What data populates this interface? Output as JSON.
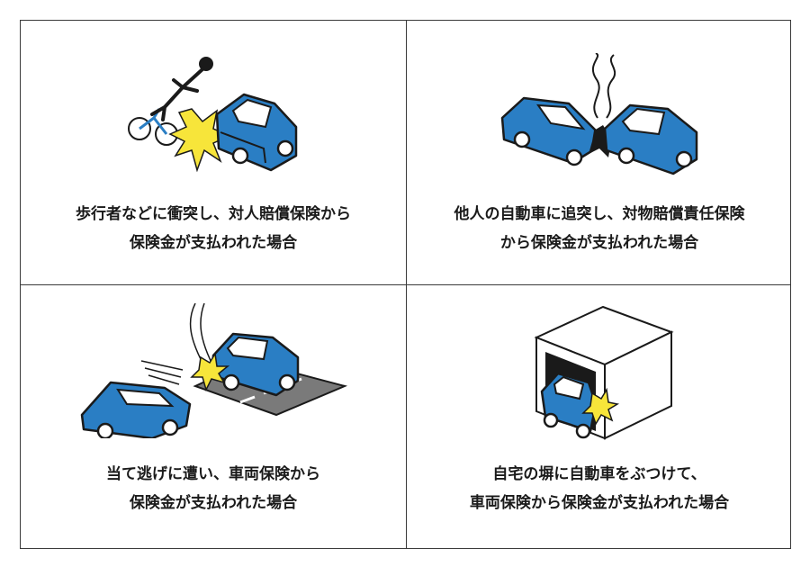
{
  "panels": [
    {
      "id": "pedestrian",
      "line1": "歩行者などに衝突し、対人賠償保険から",
      "line2": "保険金が支払われた場合",
      "illustration": "car-hits-cyclist"
    },
    {
      "id": "vehicle",
      "line1": "他人の自動車に追突し、対物賠償責任保険",
      "line2": "から保険金が支払われた場合",
      "illustration": "rear-end-collision"
    },
    {
      "id": "hit-and-run",
      "line1": "当て逃げに遭い、車両保険から",
      "line2": "保険金が支払われた場合",
      "illustration": "hit-and-run-parked-car"
    },
    {
      "id": "wall",
      "line1": "自宅の塀に自動車をぶつけて、",
      "line2": "車両保険から保険金が支払われた場合",
      "illustration": "car-hits-garage-wall"
    }
  ],
  "colors": {
    "car": "#2a7ec4",
    "impact": "#f7e53a",
    "outline": "#1a1a1a",
    "road": "#7a7a7a"
  }
}
